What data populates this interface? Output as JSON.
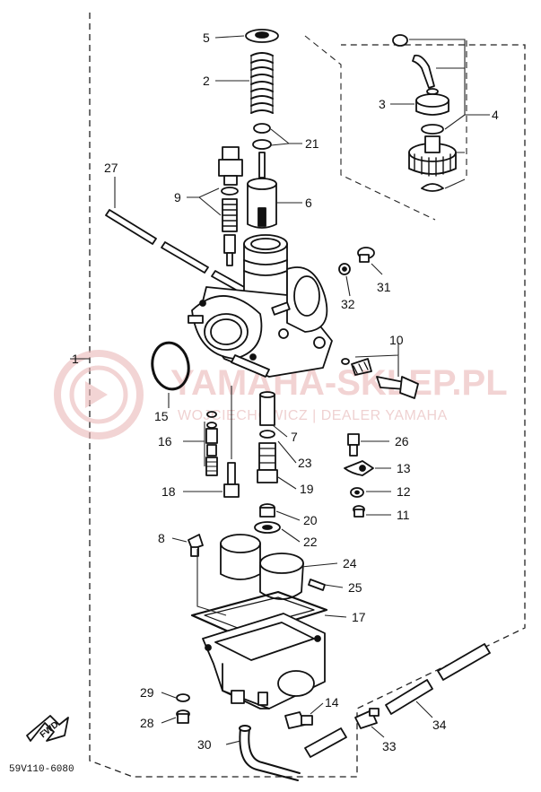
{
  "diagram": {
    "part_numbers": [
      "1",
      "2",
      "3",
      "4",
      "5",
      "6",
      "7",
      "8",
      "9",
      "10",
      "11",
      "12",
      "13",
      "14",
      "15",
      "16",
      "17",
      "18",
      "19",
      "20",
      "21",
      "22",
      "23",
      "24",
      "25",
      "26",
      "27",
      "28",
      "29",
      "30",
      "31",
      "32",
      "33",
      "34"
    ],
    "drawing_code": "59V110-6080",
    "fwd_label": "FWD"
  },
  "watermark": {
    "title": "YAMAHA-SKLEP.PL",
    "subtitle": "WOJCIECHOWICZ | DEALER YAMAHA",
    "color": "#e06060"
  }
}
